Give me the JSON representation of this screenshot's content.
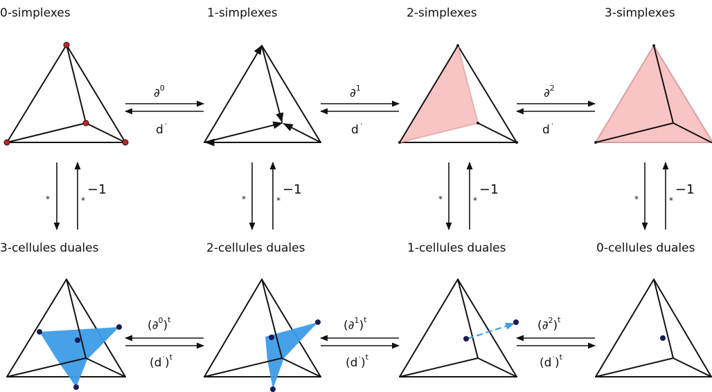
{
  "top_labels": [
    "0-simplexes",
    "1-simplexes",
    "2-simplexes",
    "3-simplexes"
  ],
  "bottom_labels": [
    "3-cellules duales",
    "2-cellules duales",
    "1-cellules duales",
    "0-cellules duales"
  ],
  "horizontal_ops": [
    {
      "top_base": "∂",
      "top_sup": "0",
      "bottom_base": "d",
      "bottom_sup": "·"
    },
    {
      "top_base": "∂",
      "top_sup": "1",
      "bottom_base": "d",
      "bottom_sup": "·"
    },
    {
      "top_base": "∂",
      "top_sup": "2",
      "bottom_base": "d",
      "bottom_sup": "·"
    }
  ],
  "bottom_ops": [
    {
      "top_base": "(∂",
      "top_sup1": "0",
      "top_close": ")",
      "top_sup2": "t",
      "bottom_base": "(d",
      "bottom_sup1": "·",
      "bottom_close": ")",
      "bottom_sup2": "t"
    },
    {
      "top_base": "(∂",
      "top_sup1": "1",
      "top_close": ")",
      "top_sup2": "t",
      "bottom_base": "(d",
      "bottom_sup1": "·",
      "bottom_close": ")",
      "bottom_sup2": "t"
    },
    {
      "top_base": "(∂",
      "top_sup1": "2",
      "top_close": ")",
      "top_sup2": "t",
      "bottom_base": "(d",
      "bottom_sup1": "·",
      "bottom_close": ")",
      "bottom_sup2": "t"
    }
  ],
  "vertical_ops": {
    "down": "*",
    "up_star": "*",
    "up_exp": "−1"
  },
  "colors": {
    "vertex": "#cc2222",
    "face": "#f9c4c4",
    "dual": "#3d9ce8",
    "dual_point": "#1a1a55"
  }
}
